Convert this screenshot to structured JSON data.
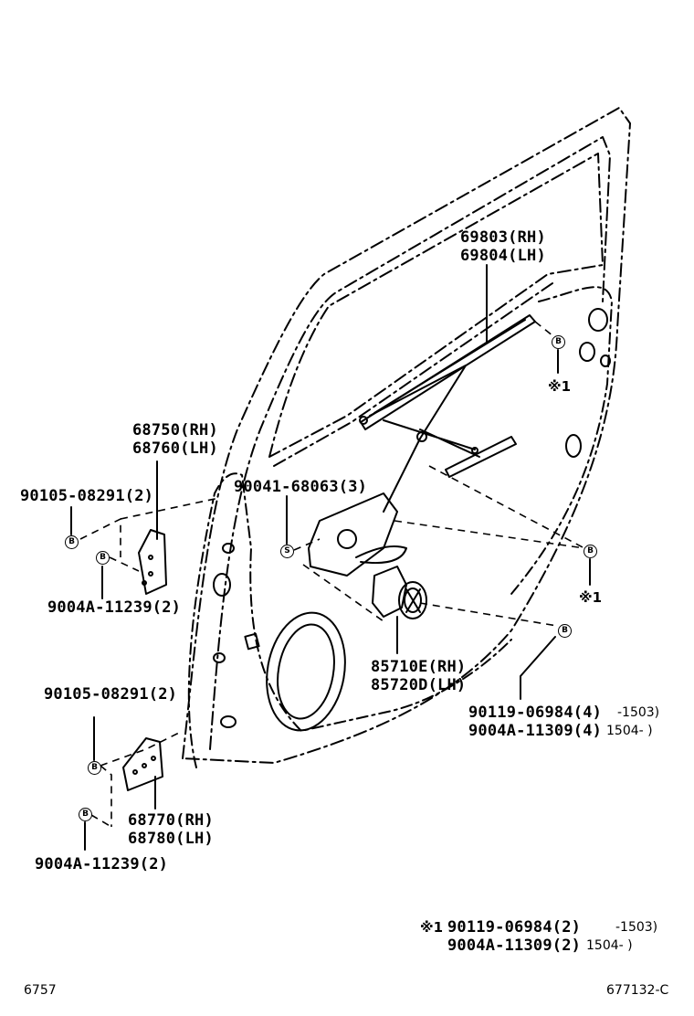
{
  "labels": {
    "regulator_rh": "69803(RH)",
    "regulator_lh": "69804(LH)",
    "hinge_upper_rh": "68750(RH)",
    "hinge_upper_lh": "68760(LH)",
    "bolt_upper": "90105-08291(2)",
    "bolt_upper_b": "9004A-11239(2)",
    "screw_s": "90041-68063(3)",
    "motor_rh": "85710E(RH)",
    "motor_lh": "85720D(LH)",
    "bolt_lower": "90105-08291(2)",
    "hinge_lower_rh": "68770(RH)",
    "hinge_lower_lh": "68780(LH)",
    "bolt_lower_b": "9004A-11239(2)",
    "bolt_b1": "90119-06984(4)",
    "bolt_b1_date": "-1503)",
    "bolt_b2": "9004A-11309(4)",
    "bolt_b2_date": "1504-    )",
    "note1_marker": "※1",
    "note1_a": "90119-06984(2)",
    "note1_a_date": "-1503)",
    "note1_b": "9004A-11309(2)",
    "note1_b_date": "1504-    )",
    "page_left": "6757",
    "page_right": "677132-C"
  },
  "markers": {
    "b": "B",
    "s": "S",
    "ref_star": "※1"
  }
}
